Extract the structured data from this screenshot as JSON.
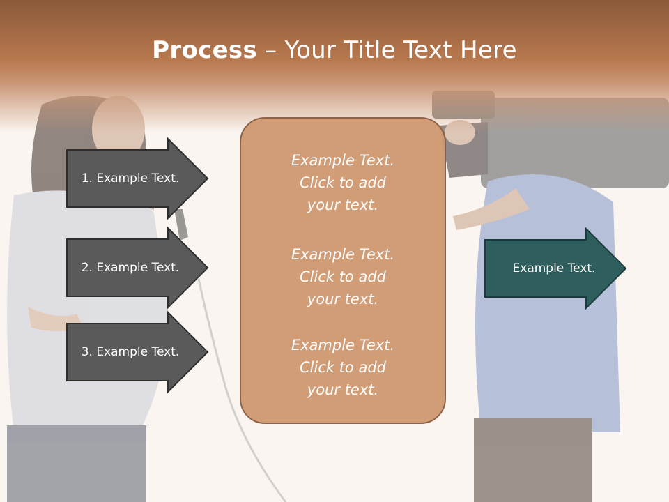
{
  "title": {
    "bold": "Process",
    "separator": " – ",
    "rest": "Your Title Text Here"
  },
  "steps": [
    {
      "label": "1. Example Text."
    },
    {
      "label": "2. Example Text."
    },
    {
      "label": "3. Example Text."
    }
  ],
  "center": {
    "items": [
      {
        "line1": "Example Text.",
        "line2": "Click  to add",
        "line3": "your text."
      },
      {
        "line1": "Example Text.",
        "line2": "Click  to add",
        "line3": "your text."
      },
      {
        "line1": "Example Text.",
        "line2": "Click  to add",
        "line3": "your text."
      }
    ]
  },
  "result": {
    "label": "Example Text."
  },
  "colors": {
    "header": "#b8784e",
    "step_arrow": "#5a5a5a",
    "center_box": "#d09a72",
    "result_arrow": "#2f5e5e"
  }
}
